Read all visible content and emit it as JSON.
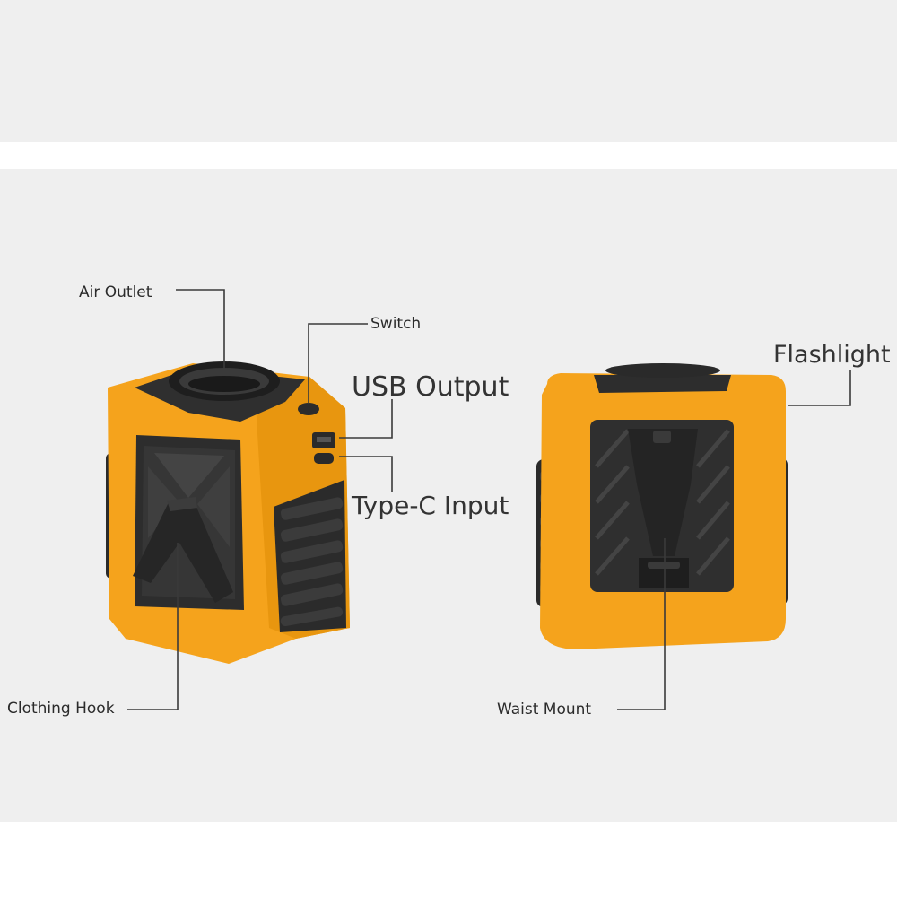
{
  "callouts": {
    "air_outlet": "Air Outlet",
    "switch": "Switch",
    "usb_output": "USB Output",
    "type_c_input": "Type-C Input",
    "clothing_hook": "Clothing Hook",
    "flashlight": "Flashlight",
    "waist_mount": "Waist Mount"
  },
  "colors": {
    "body_orange": "#f5a31c",
    "shadow_orange": "#d98a0c",
    "dark_panel": "#2e2e2e",
    "background": "#efefef",
    "leader_line": "#3a3a3a"
  }
}
